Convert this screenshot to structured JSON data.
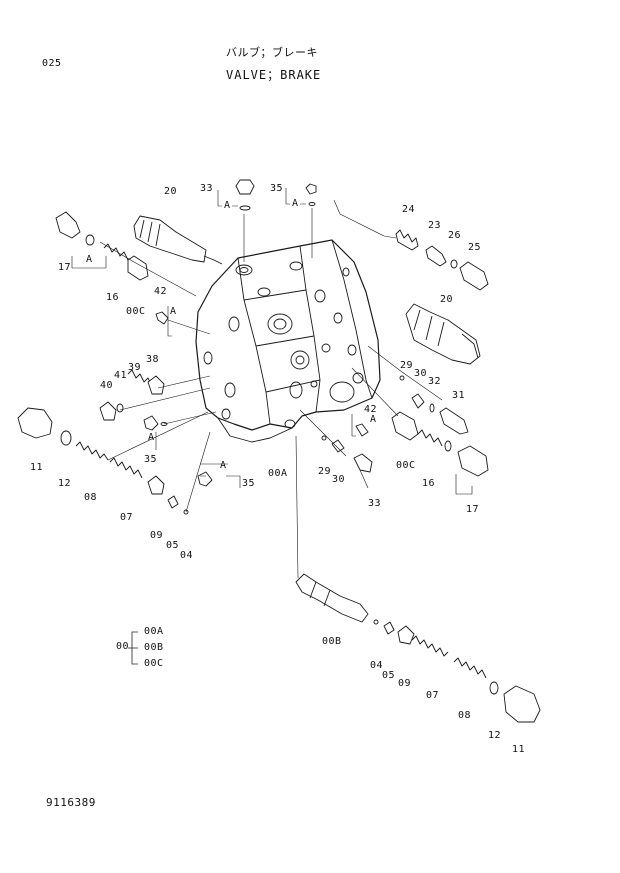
{
  "header": {
    "page_no": "025",
    "title_jp": "バルブ；ブレーキ",
    "title_en": "VALVE；BRAKE"
  },
  "footer": {
    "drawing_no": "9116389"
  },
  "legend": {
    "parent": "00",
    "children": [
      "00A",
      "00B",
      "00C"
    ]
  },
  "callouts": [
    {
      "id": "c20a",
      "text": "20"
    },
    {
      "id": "c33a",
      "text": "33"
    },
    {
      "id": "cAa",
      "text": "A"
    },
    {
      "id": "c35a",
      "text": "35"
    },
    {
      "id": "cAb",
      "text": "A"
    },
    {
      "id": "c24",
      "text": "24"
    },
    {
      "id": "c23",
      "text": "23"
    },
    {
      "id": "c26",
      "text": "26"
    },
    {
      "id": "c25",
      "text": "25"
    },
    {
      "id": "c20b",
      "text": "20"
    },
    {
      "id": "c17a",
      "text": "17"
    },
    {
      "id": "cAc",
      "text": "A"
    },
    {
      "id": "c16a",
      "text": "16"
    },
    {
      "id": "c00Ca",
      "text": "00C"
    },
    {
      "id": "c42a",
      "text": "42"
    },
    {
      "id": "cAd",
      "text": "A"
    },
    {
      "id": "c39",
      "text": "39"
    },
    {
      "id": "c38",
      "text": "38"
    },
    {
      "id": "c40",
      "text": "40"
    },
    {
      "id": "c41",
      "text": "41"
    },
    {
      "id": "c29a",
      "text": "29"
    },
    {
      "id": "c30a",
      "text": "30"
    },
    {
      "id": "c32",
      "text": "32"
    },
    {
      "id": "c31",
      "text": "31"
    },
    {
      "id": "c42b",
      "text": "42"
    },
    {
      "id": "cAe",
      "text": "A"
    },
    {
      "id": "cAf",
      "text": "A"
    },
    {
      "id": "c35b",
      "text": "35"
    },
    {
      "id": "c11a",
      "text": "11"
    },
    {
      "id": "c12a",
      "text": "12"
    },
    {
      "id": "c08a",
      "text": "08"
    },
    {
      "id": "c07a",
      "text": "07"
    },
    {
      "id": "c09a",
      "text": "09"
    },
    {
      "id": "c05a",
      "text": "05"
    },
    {
      "id": "c04a",
      "text": "04"
    },
    {
      "id": "cAg",
      "text": "A"
    },
    {
      "id": "c35c",
      "text": "35"
    },
    {
      "id": "c00A",
      "text": "00A"
    },
    {
      "id": "c29b",
      "text": "29"
    },
    {
      "id": "c30b",
      "text": "30"
    },
    {
      "id": "c33b",
      "text": "33"
    },
    {
      "id": "c00Cb",
      "text": "00C"
    },
    {
      "id": "c16b",
      "text": "16"
    },
    {
      "id": "c17b",
      "text": "17"
    },
    {
      "id": "c00B",
      "text": "00B"
    },
    {
      "id": "c04b",
      "text": "04"
    },
    {
      "id": "c05b",
      "text": "05"
    },
    {
      "id": "c09b",
      "text": "09"
    },
    {
      "id": "c07b",
      "text": "07"
    },
    {
      "id": "c08b",
      "text": "08"
    },
    {
      "id": "c12b",
      "text": "12"
    },
    {
      "id": "c11b",
      "text": "11"
    }
  ]
}
